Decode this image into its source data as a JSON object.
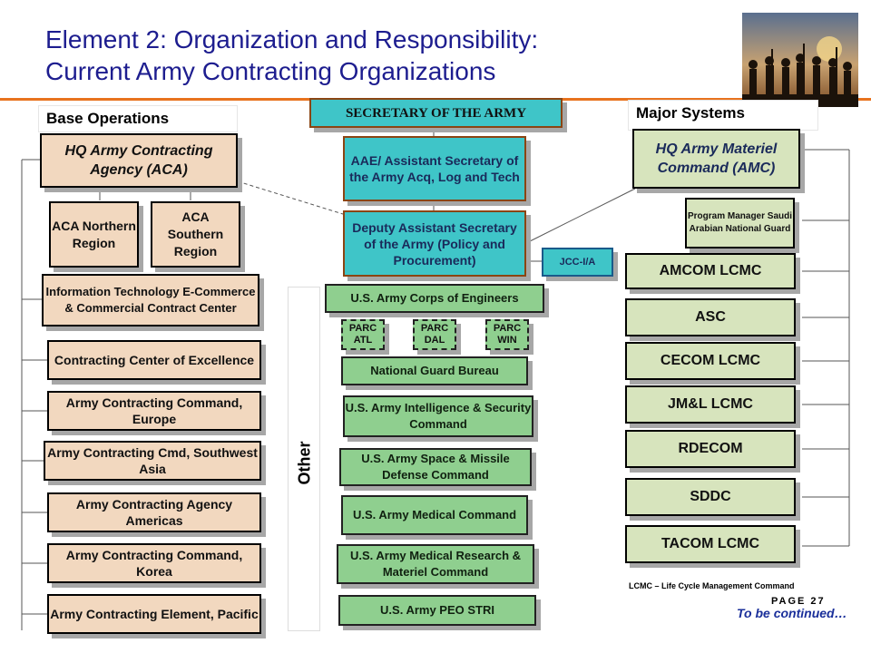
{
  "header": {
    "title_line1": "Element 2: Organization and Responsibility:",
    "title_line2": "Current Army Contracting Organizations"
  },
  "left": {
    "section_label": "Base Operations",
    "hq": "HQ Army Contracting Agency (ACA)",
    "regions": [
      "ACA Northern Region",
      "ACA Southern Region"
    ],
    "units": [
      "Information Technology E-Commerce & Commercial Contract Center",
      "Contracting Center of Excellence",
      "Army Contracting Command, Europe",
      "Army Contracting Cmd, Southwest Asia",
      "Army Contracting Agency Americas",
      "Army Contracting Command, Korea",
      "Army Contracting Element, Pacific"
    ]
  },
  "center": {
    "secretary": "SECRETARY OF THE ARMY",
    "aae": "AAE/ Assistant Secretary of the Army Acq, Log and Tech",
    "daspp": "Deputy Assistant Secretary of the Army (Policy and Procurement)",
    "jcc": "JCC-I/A",
    "other_label": "Other",
    "corps": "U.S. Army Corps of Engineers",
    "parc": [
      "PARC ATL",
      "PARC DAL",
      "PARC WIN"
    ],
    "units": [
      "National Guard Bureau",
      "U.S. Army Intelligence & Security Command",
      "U.S. Army Space & Missile Defense Command",
      "U.S. Army Medical Command",
      "U.S. Army Medical Research & Materiel Command",
      "U.S. Army PEO STRI"
    ]
  },
  "right": {
    "section_label": "Major Systems",
    "hq": "HQ Army Materiel Command (AMC)",
    "pm": "Program Manager Saudi Arabian National Guard",
    "units": [
      "AMCOM LCMC",
      "ASC",
      "CECOM LCMC",
      "JM&L LCMC",
      "RDECOM",
      "SDDC",
      "TACOM LCMC"
    ]
  },
  "footer": {
    "note": "LCMC – Life Cycle Management Command",
    "page": "PAGE 27",
    "continued": "To be continued…"
  },
  "colors": {
    "title": "#1d1d8f",
    "rule": "#e8731e",
    "tan": "#f2d8bf",
    "teal": "#3fc5c8",
    "green": "#8fcf8f",
    "sage": "#d7e4bd"
  }
}
